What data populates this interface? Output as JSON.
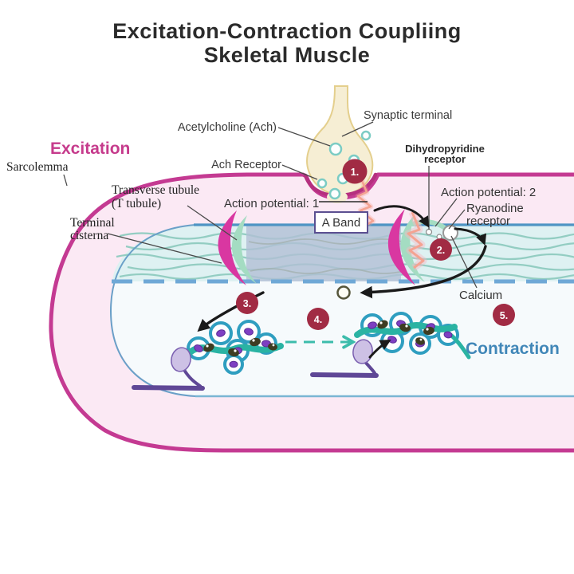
{
  "title": {
    "line1": "Excitation-Contraction Coupliing",
    "line2": "Skeletal Muscle"
  },
  "section_labels": {
    "excitation": "Excitation",
    "contraction": "Contraction"
  },
  "labels": {
    "sarcolemma": "Sarcolemma",
    "transverse_tubule_line1": "Transverse tubule",
    "transverse_tubule_line2": "(T tubule)",
    "terminal_cisterna_line1": "Terminal",
    "terminal_cisterna_line2": "cisterna",
    "acetylcholine": "Acetylcholine (Ach)",
    "synaptic_terminal": "Synaptic terminal",
    "ach_receptor": "Ach Receptor",
    "dihydropyridine_line1": "Dihydropyridine",
    "dihydropyridine_line2": "receptor",
    "action_potential_1": "Action potential: 1",
    "a_band": "A Band",
    "action_potential_2": "Action potential: 2",
    "ryanodine_line1": "Ryanodine",
    "ryanodine_line2": "receptor",
    "calcium": "Calcium"
  },
  "steps": [
    {
      "label": "1."
    },
    {
      "label": "2."
    },
    {
      "label": "3."
    },
    {
      "label": "4."
    },
    {
      "label": "5."
    }
  ],
  "colors": {
    "fiber_border": "#c43a92",
    "fiber_fill": "#fbe9f4",
    "excitation_text": "#c63b8c",
    "contraction_text": "#4187b8",
    "sr_fill": "#def1f2",
    "sr_wave": "#8fccc0",
    "sr_top_border": "#4e94c4",
    "sr_dashed_line": "#6fa8d6",
    "a_band_fill": "#b2bfd5",
    "t_tubule_magenta": "#d937a1",
    "sr_green_cisterna": "#a4dcc2",
    "terminal_fill": "#f6eed4",
    "terminal_border": "#e4cf8d",
    "step_badge": "#a12b44",
    "tropomyosin_teal": "#2ab3a3",
    "actin_ring": "#2f9ec0",
    "actin_site_purple": "#7e3fc2",
    "troponin_dark": "#3e3c22",
    "myosin_purple": "#5f4796",
    "myosin_head_fill": "#cdc1e5",
    "action_potential_zigzag": "#f4a392",
    "arrow_black": "#1a1a1a"
  }
}
